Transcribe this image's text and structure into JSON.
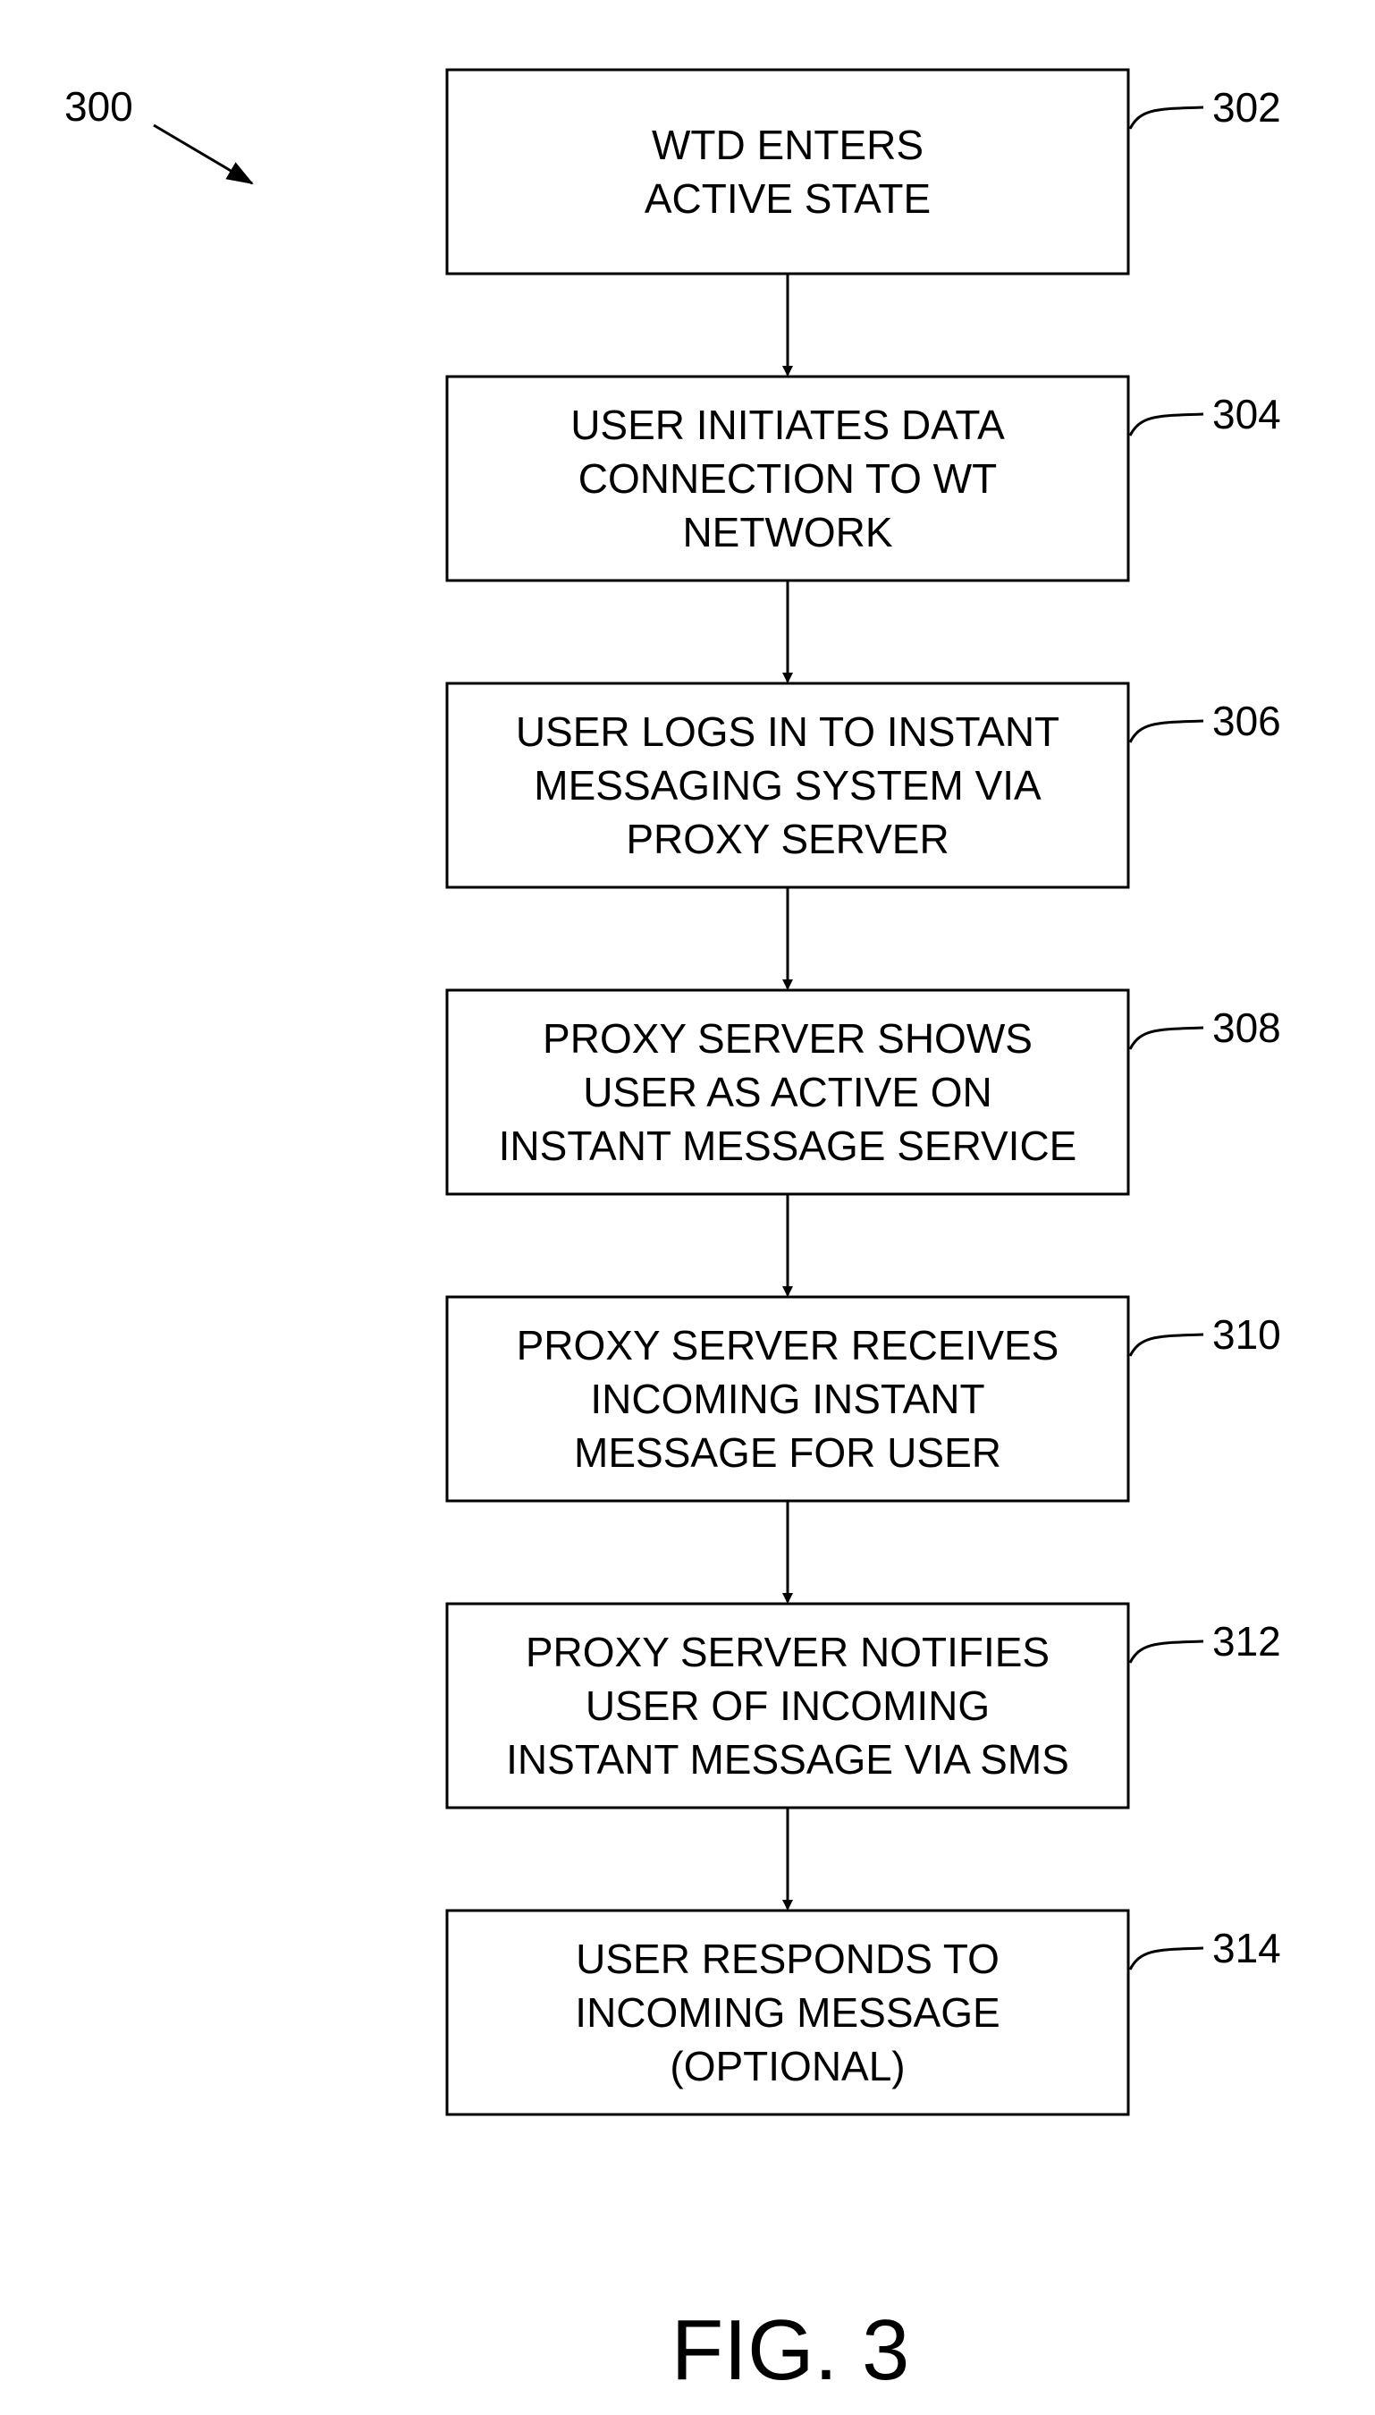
{
  "diagram": {
    "ref": "300",
    "figure_label": "FIG. 3",
    "colors": {
      "line": "#000000",
      "background": "#ffffff"
    },
    "steps": [
      {
        "ref": "302",
        "lines": [
          "WTD ENTERS",
          "ACTIVE STATE"
        ]
      },
      {
        "ref": "304",
        "lines": [
          "USER INITIATES DATA",
          "CONNECTION TO WT",
          "NETWORK"
        ]
      },
      {
        "ref": "306",
        "lines": [
          "USER LOGS IN TO INSTANT",
          "MESSAGING SYSTEM VIA",
          "PROXY SERVER"
        ]
      },
      {
        "ref": "308",
        "lines": [
          "PROXY SERVER SHOWS",
          "USER AS ACTIVE ON",
          "INSTANT MESSAGE SERVICE"
        ]
      },
      {
        "ref": "310",
        "lines": [
          "PROXY SERVER RECEIVES",
          "INCOMING INSTANT",
          "MESSAGE FOR USER"
        ]
      },
      {
        "ref": "312",
        "lines": [
          "PROXY SERVER NOTIFIES",
          "USER OF INCOMING",
          "INSTANT MESSAGE VIA SMS"
        ]
      },
      {
        "ref": "314",
        "lines": [
          "USER RESPONDS TO",
          "INCOMING MESSAGE",
          "(OPTIONAL)"
        ]
      }
    ]
  }
}
